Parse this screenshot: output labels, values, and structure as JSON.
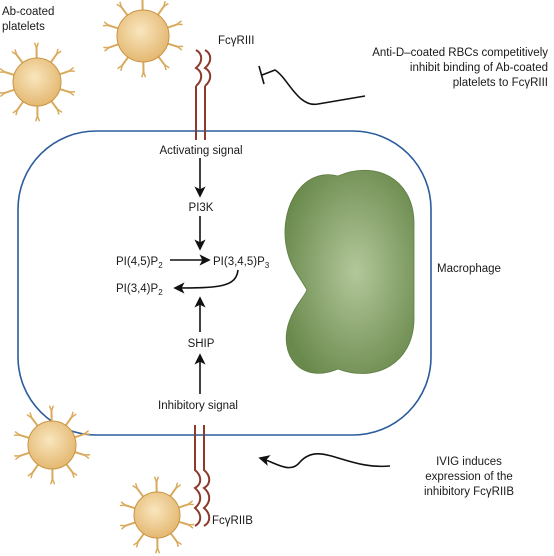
{
  "labels": {
    "ab_coated_line1": "Ab-coated",
    "ab_coated_line2": "platelets",
    "fcgriii": "FcγRIII",
    "anti_d_line1": "Anti-D–coated RBCs competitively",
    "anti_d_line2": "inhibit binding of Ab-coated",
    "anti_d_line3": "platelets to FcγRIII",
    "activating_signal": "Activating signal",
    "pi3k": "PI3K",
    "pi45p2_main": "PI(4,5)P",
    "pi45p2_sub": "2",
    "pi345p3_main": "PI(3,4,5)P",
    "pi345p3_sub": "3",
    "pi34p2_main": "PI(3,4)P",
    "pi34p2_sub": "2",
    "macrophage": "Macrophage",
    "ship": "SHIP",
    "inhibitory_signal": "Inhibitory signal",
    "ivig_line1": "IVIG induces",
    "ivig_line2": "expression of the",
    "ivig_line3": "inhibitory FcγRIIB",
    "fcgriib": "FcγRIIB"
  },
  "colors": {
    "cell_membrane": "#2b5c9e",
    "receptor": "#8b3a2b",
    "platelet_fill_center": "#f7e0b2",
    "platelet_fill_edge": "#e3b56c",
    "platelet_stroke": "#c99543",
    "platelet_spike": "#d9aa5c",
    "nucleus_center": "#a9bf8e",
    "nucleus_edge": "#6e8e50",
    "arrow": "#111111"
  }
}
